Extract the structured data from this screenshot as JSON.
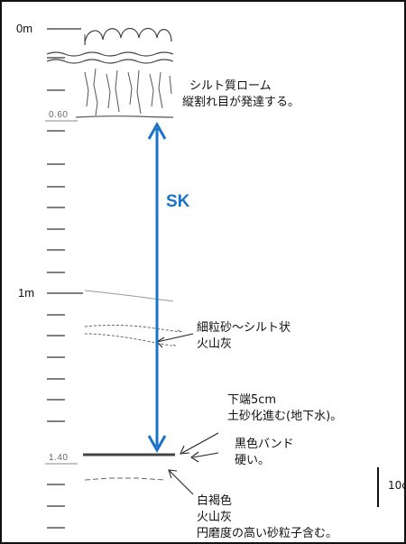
{
  "depth_labels": {
    "top": "0m",
    "one_meter": "1m",
    "d060": "0.60",
    "d140": "1.40"
  },
  "sk_label": "SK",
  "layer1": {
    "line1": "シルト質ローム",
    "line2": "縦割れ目が発達する。"
  },
  "layer2": {
    "line1": "細粒砂～シルト状",
    "line2": "火山灰"
  },
  "layer3": {
    "line1": "下端5cm",
    "line2": "土砂化進む(地下水)。"
  },
  "layer4": {
    "line1": "黒色バンド",
    "line2": "硬い。"
  },
  "layer5": {
    "line1": "白褐色",
    "line2": "火山灰",
    "line3": "円磨度の高い砂粒子含む。"
  },
  "scale_label": "10c",
  "colors": {
    "arrow": "#1a73c7",
    "ink": "#222222"
  }
}
